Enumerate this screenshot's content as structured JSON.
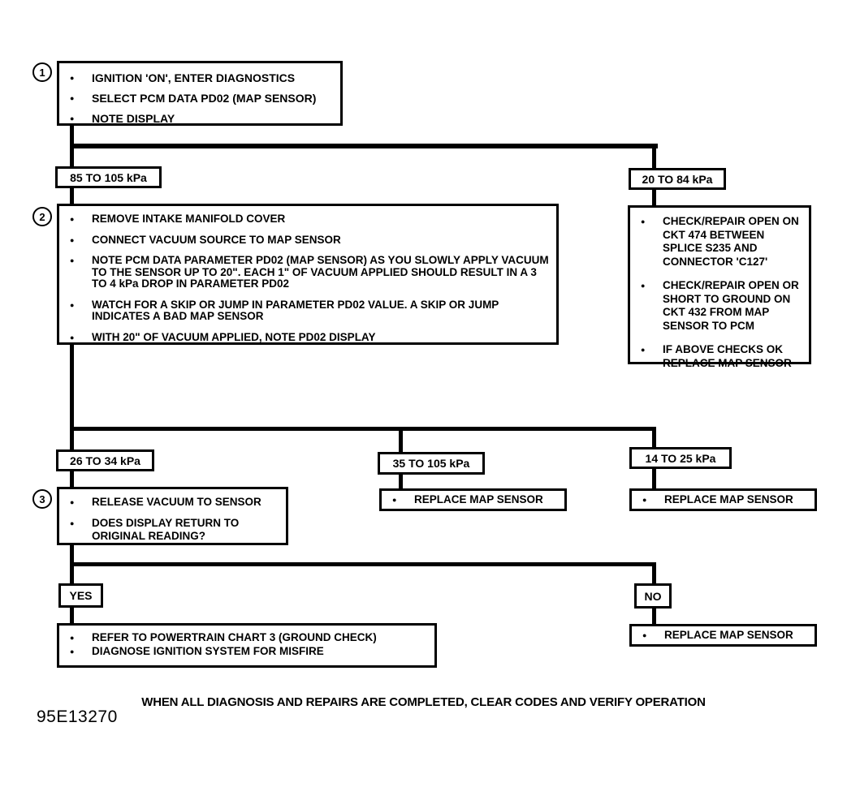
{
  "page": {
    "footer": "WHEN ALL DIAGNOSIS AND REPAIRS ARE COMPLETED, CLEAR CODES AND VERIFY OPERATION",
    "doc_id": "95E13270"
  },
  "colors": {
    "line": "#000000",
    "background": "#ffffff"
  },
  "flowchart": {
    "step1": {
      "number": "1",
      "bullets": [
        "IGNITION 'ON', ENTER DIAGNOSTICS",
        "SELECT PCM DATA PD02 (MAP SENSOR)",
        "NOTE DISPLAY"
      ]
    },
    "branch1": {
      "left_label": "85 TO 105 kPa",
      "right_label": "20 TO 84 kPa"
    },
    "step2": {
      "number": "2",
      "bullets": [
        "REMOVE INTAKE MANIFOLD COVER",
        "CONNECT VACUUM SOURCE TO MAP SENSOR",
        "NOTE PCM DATA PARAMETER PD02 (MAP SENSOR) AS YOU SLOWLY APPLY VACUUM TO THE SENSOR UP TO 20\". EACH 1\" OF VACUUM APPLIED SHOULD RESULT IN A 3 TO 4 kPa DROP IN PARAMETER PD02",
        "WATCH FOR A SKIP OR JUMP IN PARAMETER PD02 VALUE. A SKIP OR JUMP INDICATES A BAD MAP SENSOR",
        "WITH 20\" OF VACUUM APPLIED, NOTE PD02 DISPLAY"
      ]
    },
    "right_box": {
      "bullets": [
        "CHECK/REPAIR OPEN ON CKT 474 BETWEEN SPLICE S235 AND CONNECTOR 'C127'",
        "CHECK/REPAIR OPEN OR SHORT TO GROUND ON CKT 432 FROM MAP SENSOR TO PCM",
        "IF ABOVE CHECKS OK REPLACE MAP SENSOR"
      ]
    },
    "branch2": {
      "left_label": "26 TO 34 kPa",
      "mid_label": "35 TO 105 kPa",
      "right_label": "14 TO 25 kPa"
    },
    "step3": {
      "number": "3",
      "bullets": [
        "RELEASE VACUUM TO SENSOR",
        "DOES DISPLAY RETURN TO ORIGINAL READING?"
      ]
    },
    "replace_mid": {
      "bullets": [
        "REPLACE MAP SENSOR"
      ]
    },
    "replace_right": {
      "bullets": [
        "REPLACE MAP SENSOR"
      ]
    },
    "decision": {
      "yes_label": "YES",
      "no_label": "NO"
    },
    "yes_result": {
      "bullets": [
        "REFER TO POWERTRAIN CHART 3 (GROUND CHECK)",
        "DIAGNOSE IGNITION SYSTEM FOR MISFIRE"
      ]
    },
    "no_result": {
      "bullets": [
        "REPLACE MAP SENSOR"
      ]
    }
  }
}
